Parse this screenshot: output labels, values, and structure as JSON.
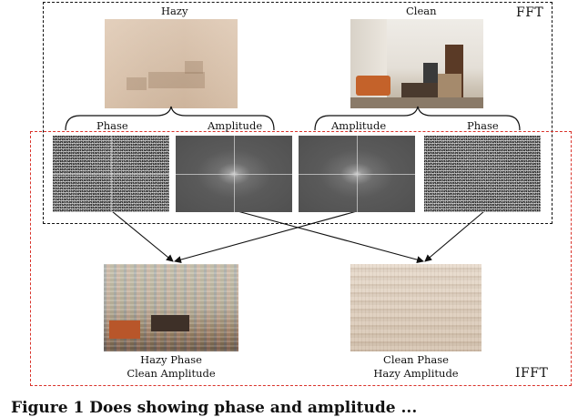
{
  "labels": {
    "hazy": "Hazy",
    "clean": "Clean",
    "fft": "FFT",
    "ifft": "IFFT",
    "phase_left": "Phase",
    "amplitude_left": "Amplitude",
    "amplitude_right": "Amplitude",
    "phase_right": "Phase"
  },
  "outputs": {
    "left_line1": "Hazy Phase",
    "left_line2": "Clean Amplitude",
    "right_line1": "Clean Phase",
    "right_line2": "Hazy Amplitude"
  },
  "caption": "Figure 1 Does showing phase and amplitude ...",
  "colors": {
    "fft_box": "#111111",
    "ifft_box": "#d9332b",
    "arrow": "#111111"
  }
}
